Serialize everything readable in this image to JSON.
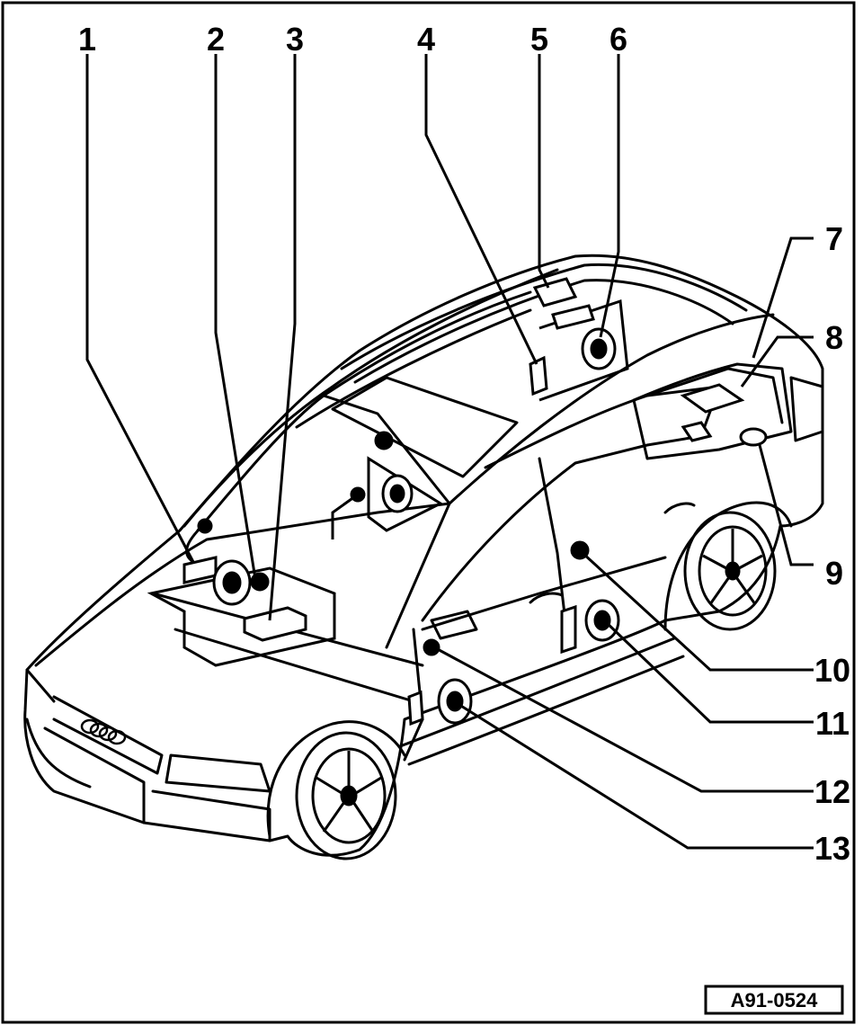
{
  "diagram": {
    "callouts": [
      "1",
      "2",
      "3",
      "4",
      "5",
      "6",
      "7",
      "8",
      "9",
      "10",
      "11",
      "12",
      "13"
    ],
    "reference": "A91-0524",
    "colors": {
      "line": "#000000",
      "background": "#ffffff"
    }
  }
}
